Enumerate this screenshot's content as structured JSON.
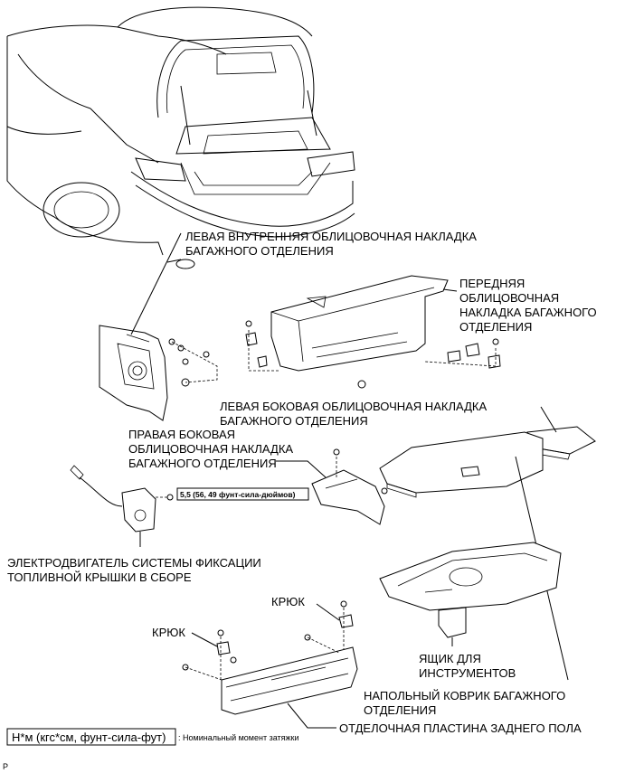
{
  "labels": {
    "left_inner_trim_1": "ЛЕВАЯ ВНУТРЕННЯЯ ОБЛИЦОВОЧНАЯ НАКЛАДКА",
    "left_inner_trim_2": "БАГАЖНОГО ОТДЕЛЕНИЯ",
    "front_trim_1": "ПЕРЕДНЯЯ",
    "front_trim_2": "ОБЛИЦОВОЧНАЯ",
    "front_trim_3": "НАКЛАДКА БАГАЖНОГО",
    "front_trim_4": "ОТДЕЛЕНИЯ",
    "left_side_trim_1": "ЛЕВАЯ БОКОВАЯ ОБЛИЦОВОЧНАЯ НАКЛАДКА",
    "left_side_trim_2": "БАГАЖНОГО ОТДЕЛЕНИЯ",
    "right_side_trim_1": "ПРАВАЯ БОКОВАЯ",
    "right_side_trim_2": "ОБЛИЦОВОЧНАЯ НАКЛАДКА",
    "right_side_trim_3": "БАГАЖНОГО ОТДЕЛЕНИЯ",
    "torque_value": "5,5 (56, 49 фунт-сила-дюймов)",
    "motor_1": "ЭЛЕКТРОДВИГАТЕЛЬ СИСТЕМЫ ФИКСАЦИИ",
    "motor_2": "ТОПЛИВНОЙ КРЫШКИ В СБОРЕ",
    "hook_right": "КРЮК",
    "hook_left": "КРЮК",
    "tool_box_1": "ЯЩИК ДЛЯ",
    "tool_box_2": "ИНСТРУМЕНТОВ",
    "floor_mat_1": "НАПОЛЬНЫЙ КОВРИК БАГАЖНОГО",
    "floor_mat_2": "ОТДЕЛЕНИЯ",
    "rear_floor_plate": "ОТДЕЛОЧНАЯ ПЛАСТИНА ЗАДНЕГО ПОЛА",
    "legend_box": "Н*м (кгс*см, фунт-сила-фут)",
    "legend_text": ": Номинальный момент затяжки",
    "corner_mark": "P"
  }
}
